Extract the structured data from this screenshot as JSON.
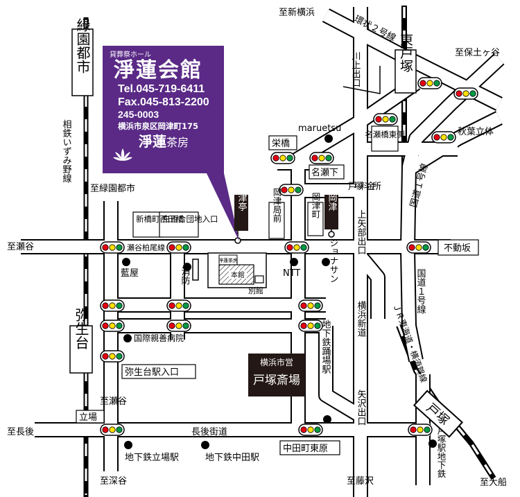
{
  "labels": {
    "to_shin_yokohama": "至新横浜",
    "kanjo2": "環状２号線",
    "to_hodogaya": "至保土ヶ谷",
    "higashi_totsuka": "東戸塚",
    "kawakami_deguchi": "川上出口",
    "maruetsu": "maruetsu",
    "nasehashi_higashi": "名瀬橋東側",
    "akiba_ritsutai": "秋葉立体",
    "sakaebashi": "栄橋",
    "naseshita": "名瀬下",
    "midorienshi_v": "緑園都市",
    "sotetsu": "相鉄いずみ野線",
    "to_midorienshi": "至緑園都市",
    "totsuka_ryokinsho": "戸塚料金所",
    "kokudo1_upper": "国道１号線",
    "shinbashicho": "新橋町西田橋",
    "shirayuri": "白百合団地入口",
    "okatsu_tei": "岡津亭",
    "okatsu_kyomae": "岡津局前",
    "okatsu_cho": "岡津町",
    "shimo_okatsu": "下岡津",
    "kamiyabe_deguchi": "上矢部出口",
    "fudozaka": "不動坂",
    "to_seya": "至瀬谷",
    "seya_kashiobashi": "瀬谷柏尾線",
    "aiya": "藍屋",
    "shobo": "消防",
    "jonasan": "ジョナサン",
    "ntt": "NTT",
    "honkan": "本館",
    "shoho_mark": "淨蓮茶房",
    "bekkan": "別館",
    "yokohama_shindo": "横浜新道",
    "jr_line": "ＪＲ東海道・横須賀線",
    "kokudo1_lower": "国道１号線",
    "kokusai_shinzen": "国際親善病院",
    "yayoidai_v": "弥生台",
    "yayoidai_entrance": "弥生台駅入口",
    "saijo_small": "横浜市営",
    "saijo_big": "戸塚斎場",
    "odoriba_sta": "地下鉄踊場駅",
    "to_seya2": "至瀬谷",
    "tachiba": "立場",
    "to_nagago": "至長後",
    "nagago_kaido": "長後街道",
    "yazawa_deguchi": "矢沢出口",
    "nakadacho_higashihara": "中田町東原",
    "tachiba_sta": "地下鉄立場駅",
    "nakada_sta": "地下鉄中田駅",
    "to_fukaya": "至深谷",
    "to_fujisawa": "至藤沢",
    "totsuka_subway": "戸塚駅地下鉄",
    "totsuka_v": "戸塚",
    "to_ofuna": "至大船"
  },
  "ad": {
    "subtitle": "貸葬祭ホール",
    "name": "淨蓮会館",
    "tel": "Tel.045-719-6411",
    "fax": "Fax.045-813-2200",
    "zip": "245-0003",
    "address": "横浜市泉区岡津町175",
    "brand_main": "淨蓮",
    "brand_sub": "茶房"
  },
  "colors": {
    "ad_background": "#5a2a86",
    "signal_red": "#e60012",
    "signal_yellow": "#ffe100",
    "signal_green": "#009944",
    "hall_label_bg": "#231815"
  }
}
